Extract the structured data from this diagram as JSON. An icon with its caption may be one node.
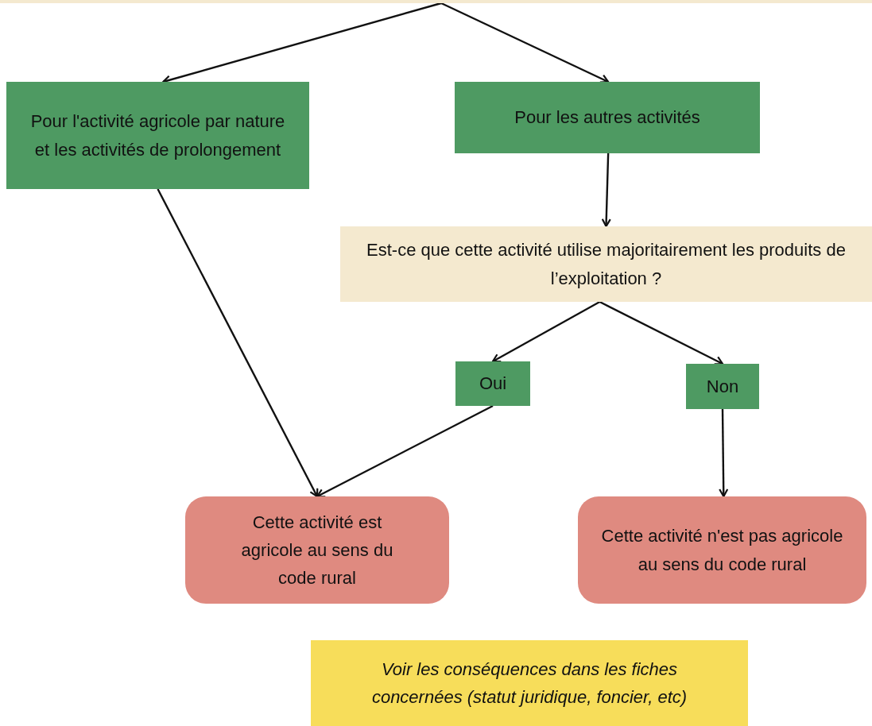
{
  "diagram": {
    "nodes": [
      {
        "text": [],
        "shape": "box"
      },
      {
        "text": [
          "Pour l'activité agricole par nature et les activités de prolongement"
        ]
      },
      {
        "text": [
          "Pour les autres activités"
        ]
      },
      {
        "text": [
          "Est-ce que cette activité utilise majoritairement les produits de l’exploitation ?"
        ]
      },
      {
        "text": [
          "Oui"
        ]
      },
      {
        "text": [
          "Non"
        ]
      },
      {
        "text": [
          "Cette activité est agricole au sens du code rural"
        ]
      },
      {
        "text": [
          "Cette activité n'est pas agricole au sens du code rural"
        ]
      },
      {
        "text": [
          "Voir les conséquences dans les fiches concernées (statut juridique, foncier, etc)"
        ]
      }
    ],
    "edges": [
      {
        "from": 0,
        "to": 1,
        "arrow": "to"
      },
      {
        "from": 0,
        "to": 2,
        "arrow": "to"
      },
      {
        "from": 2,
        "to": 3,
        "arrow": "to"
      },
      {
        "from": 3,
        "to": 4,
        "arrow": "to"
      },
      {
        "from": 3,
        "to": 5,
        "arrow": "to"
      },
      {
        "from": 1,
        "to": 6,
        "arrow": "to"
      },
      {
        "from": 4,
        "to": 6,
        "arrow": "to"
      },
      {
        "from": 5,
        "to": 7,
        "arrow": "to"
      }
    ]
  }
}
